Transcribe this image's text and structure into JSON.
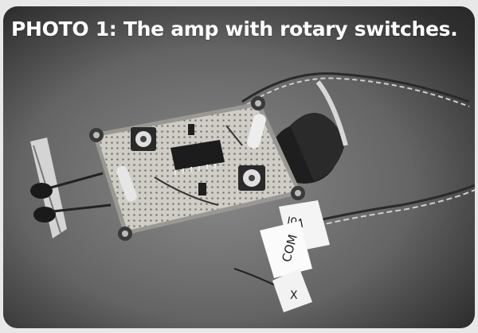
{
  "caption": "PHOTO 1: The amp with rotary switches.",
  "labels": {
    "tag_vol": "Vol",
    "tag_com": "COM",
    "tag_x": "X"
  },
  "colors": {
    "frame": "#e8e8e8",
    "photo_mid": "#777777",
    "board": "#c8c6c0",
    "caption_text": "#ffffff"
  },
  "image": {
    "subject": "stripboard amplifier circuit with IC, two rotary switches, trimmer, mounting screws and wires",
    "tone": "grayscale"
  }
}
